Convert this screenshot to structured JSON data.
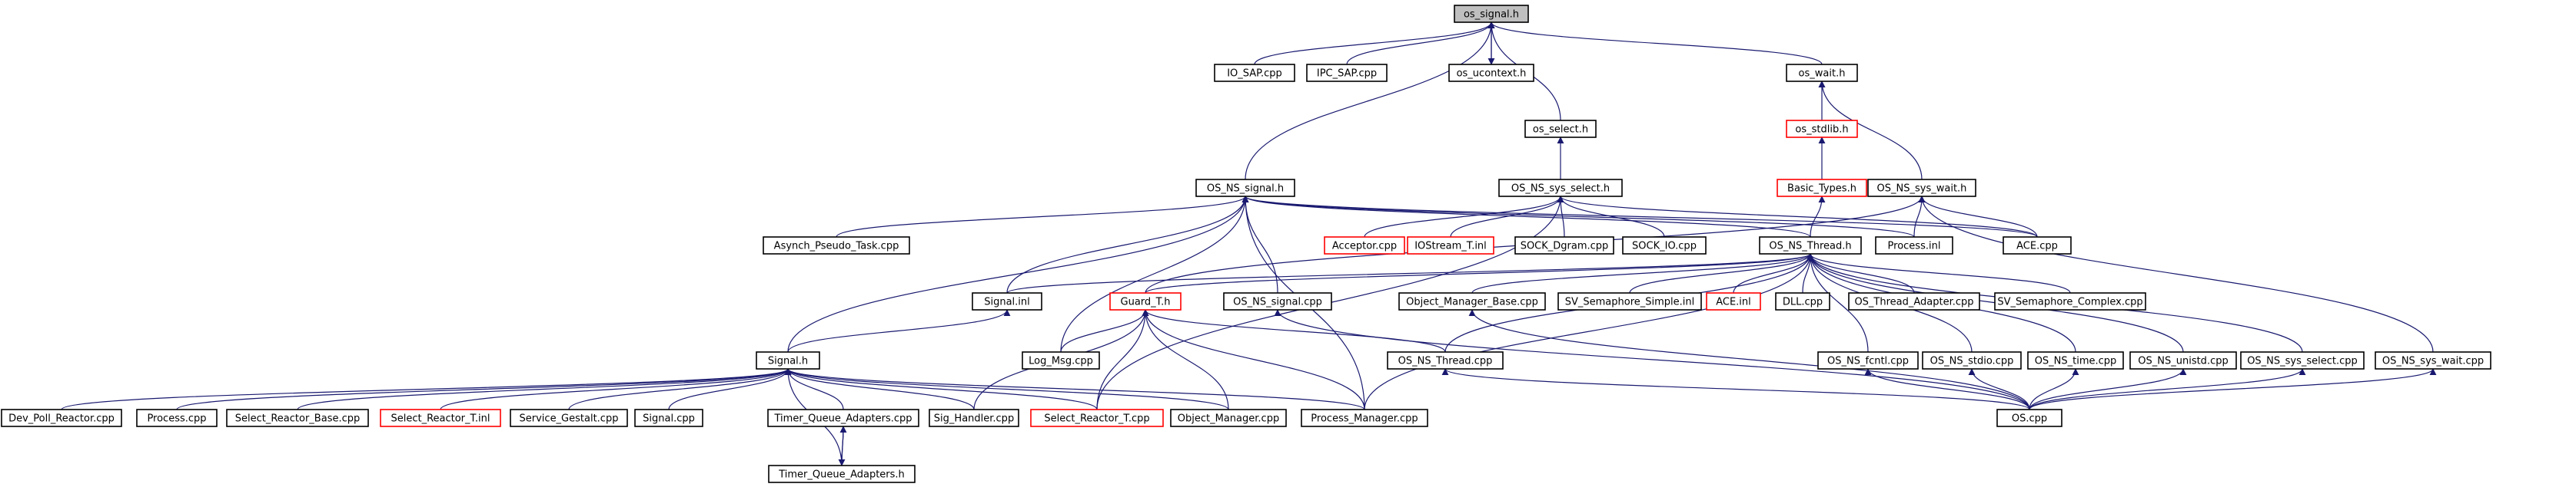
{
  "colors": {
    "edge": "#191970",
    "node_border": "#000000",
    "node_border_incomplete": "#ff0000",
    "root_fill": "#bfbfbf",
    "node_fill": "#ffffff"
  },
  "nodes": [
    {
      "id": "os_signal_h",
      "label": "os_signal.h",
      "root": true
    },
    {
      "id": "io_sap_cpp",
      "label": "IO_SAP.cpp"
    },
    {
      "id": "ipc_sap_cpp",
      "label": "IPC_SAP.cpp"
    },
    {
      "id": "os_ucontext_h",
      "label": "os_ucontext.h"
    },
    {
      "id": "os_wait_h",
      "label": "os_wait.h"
    },
    {
      "id": "os_stdlib_h",
      "label": "os_stdlib.h",
      "incomplete": true
    },
    {
      "id": "os_select_h",
      "label": "os_select.h"
    },
    {
      "id": "basic_types_h",
      "label": "Basic_Types.h",
      "incomplete": true
    },
    {
      "id": "os_ns_signal_h",
      "label": "OS_NS_signal.h"
    },
    {
      "id": "os_ns_sys_select_h",
      "label": "OS_NS_sys_select.h"
    },
    {
      "id": "os_ns_sys_wait_h",
      "label": "OS_NS_sys_wait.h"
    },
    {
      "id": "asynch_pseudo_task_cpp",
      "label": "Asynch_Pseudo_Task.cpp"
    },
    {
      "id": "acceptor_cpp",
      "label": "Acceptor.cpp",
      "incomplete": true
    },
    {
      "id": "iostream_t_inl",
      "label": "IOStream_T.inl",
      "incomplete": true
    },
    {
      "id": "sock_dgram_cpp",
      "label": "SOCK_Dgram.cpp"
    },
    {
      "id": "sock_io_cpp",
      "label": "SOCK_IO.cpp"
    },
    {
      "id": "os_ns_thread_h",
      "label": "OS_NS_Thread.h"
    },
    {
      "id": "process_inl",
      "label": "Process.inl"
    },
    {
      "id": "ace_cpp",
      "label": "ACE.cpp"
    },
    {
      "id": "signal_inl",
      "label": "Signal.inl"
    },
    {
      "id": "guard_t_h",
      "label": "Guard_T.h",
      "incomplete": true
    },
    {
      "id": "os_ns_signal_cpp",
      "label": "OS_NS_signal.cpp"
    },
    {
      "id": "object_manager_base_cpp",
      "label": "Object_Manager_Base.cpp"
    },
    {
      "id": "sv_semaphore_simple_inl",
      "label": "SV_Semaphore_Simple.inl"
    },
    {
      "id": "ace_inl",
      "label": "ACE.inl",
      "incomplete": true
    },
    {
      "id": "dll_cpp",
      "label": "DLL.cpp"
    },
    {
      "id": "os_thread_adapter_cpp",
      "label": "OS_Thread_Adapter.cpp"
    },
    {
      "id": "sv_semaphore_complex_cpp",
      "label": "SV_Semaphore_Complex.cpp"
    },
    {
      "id": "signal_h",
      "label": "Signal.h"
    },
    {
      "id": "log_msg_cpp",
      "label": "Log_Msg.cpp"
    },
    {
      "id": "os_ns_thread_cpp",
      "label": "OS_NS_Thread.cpp"
    },
    {
      "id": "os_ns_fcntl_cpp",
      "label": "OS_NS_fcntl.cpp"
    },
    {
      "id": "os_ns_stdio_cpp",
      "label": "OS_NS_stdio.cpp"
    },
    {
      "id": "os_ns_time_cpp",
      "label": "OS_NS_time.cpp"
    },
    {
      "id": "os_ns_unistd_cpp",
      "label": "OS_NS_unistd.cpp"
    },
    {
      "id": "os_ns_sys_select_cpp",
      "label": "OS_NS_sys_select.cpp"
    },
    {
      "id": "os_ns_sys_wait_cpp",
      "label": "OS_NS_sys_wait.cpp"
    },
    {
      "id": "dev_poll_reactor_cpp",
      "label": "Dev_Poll_Reactor.cpp"
    },
    {
      "id": "process_cpp",
      "label": "Process.cpp"
    },
    {
      "id": "select_reactor_base_cpp",
      "label": "Select_Reactor_Base.cpp"
    },
    {
      "id": "select_reactor_t_inl",
      "label": "Select_Reactor_T.inl",
      "incomplete": true
    },
    {
      "id": "service_gestalt_cpp",
      "label": "Service_Gestalt.cpp"
    },
    {
      "id": "signal_cpp",
      "label": "Signal.cpp"
    },
    {
      "id": "timer_queue_adapters_cpp",
      "label": "Timer_Queue_Adapters.cpp"
    },
    {
      "id": "sig_handler_cpp",
      "label": "Sig_Handler.cpp"
    },
    {
      "id": "select_reactor_t_cpp",
      "label": "Select_Reactor_T.cpp",
      "incomplete": true
    },
    {
      "id": "object_manager_cpp",
      "label": "Object_Manager.cpp"
    },
    {
      "id": "process_manager_cpp",
      "label": "Process_Manager.cpp"
    },
    {
      "id": "os_cpp",
      "label": "OS.cpp"
    },
    {
      "id": "timer_queue_adapters_h",
      "label": "Timer_Queue_Adapters.h"
    }
  ]
}
